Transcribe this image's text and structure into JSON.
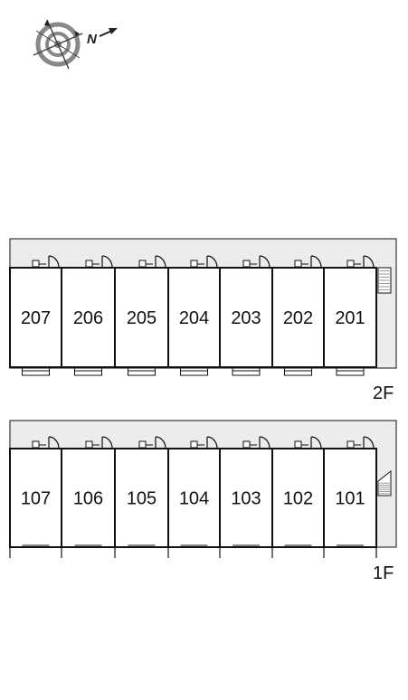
{
  "compass": {
    "north_letter": "N",
    "icon": "compass-rose-icon"
  },
  "floors": [
    {
      "id": "2F",
      "label": "2F",
      "units": [
        "207",
        "206",
        "205",
        "204",
        "203",
        "202",
        "201"
      ],
      "stair": "straight-stair",
      "windows": "balcony"
    },
    {
      "id": "1F",
      "label": "1F",
      "units": [
        "107",
        "106",
        "105",
        "104",
        "103",
        "102",
        "101"
      ],
      "stair": "side-stair",
      "windows": "flush"
    }
  ],
  "colors": {
    "corridor": "#ececec",
    "wall": "#111111",
    "room": "#ffffff",
    "stair": "#999999"
  }
}
